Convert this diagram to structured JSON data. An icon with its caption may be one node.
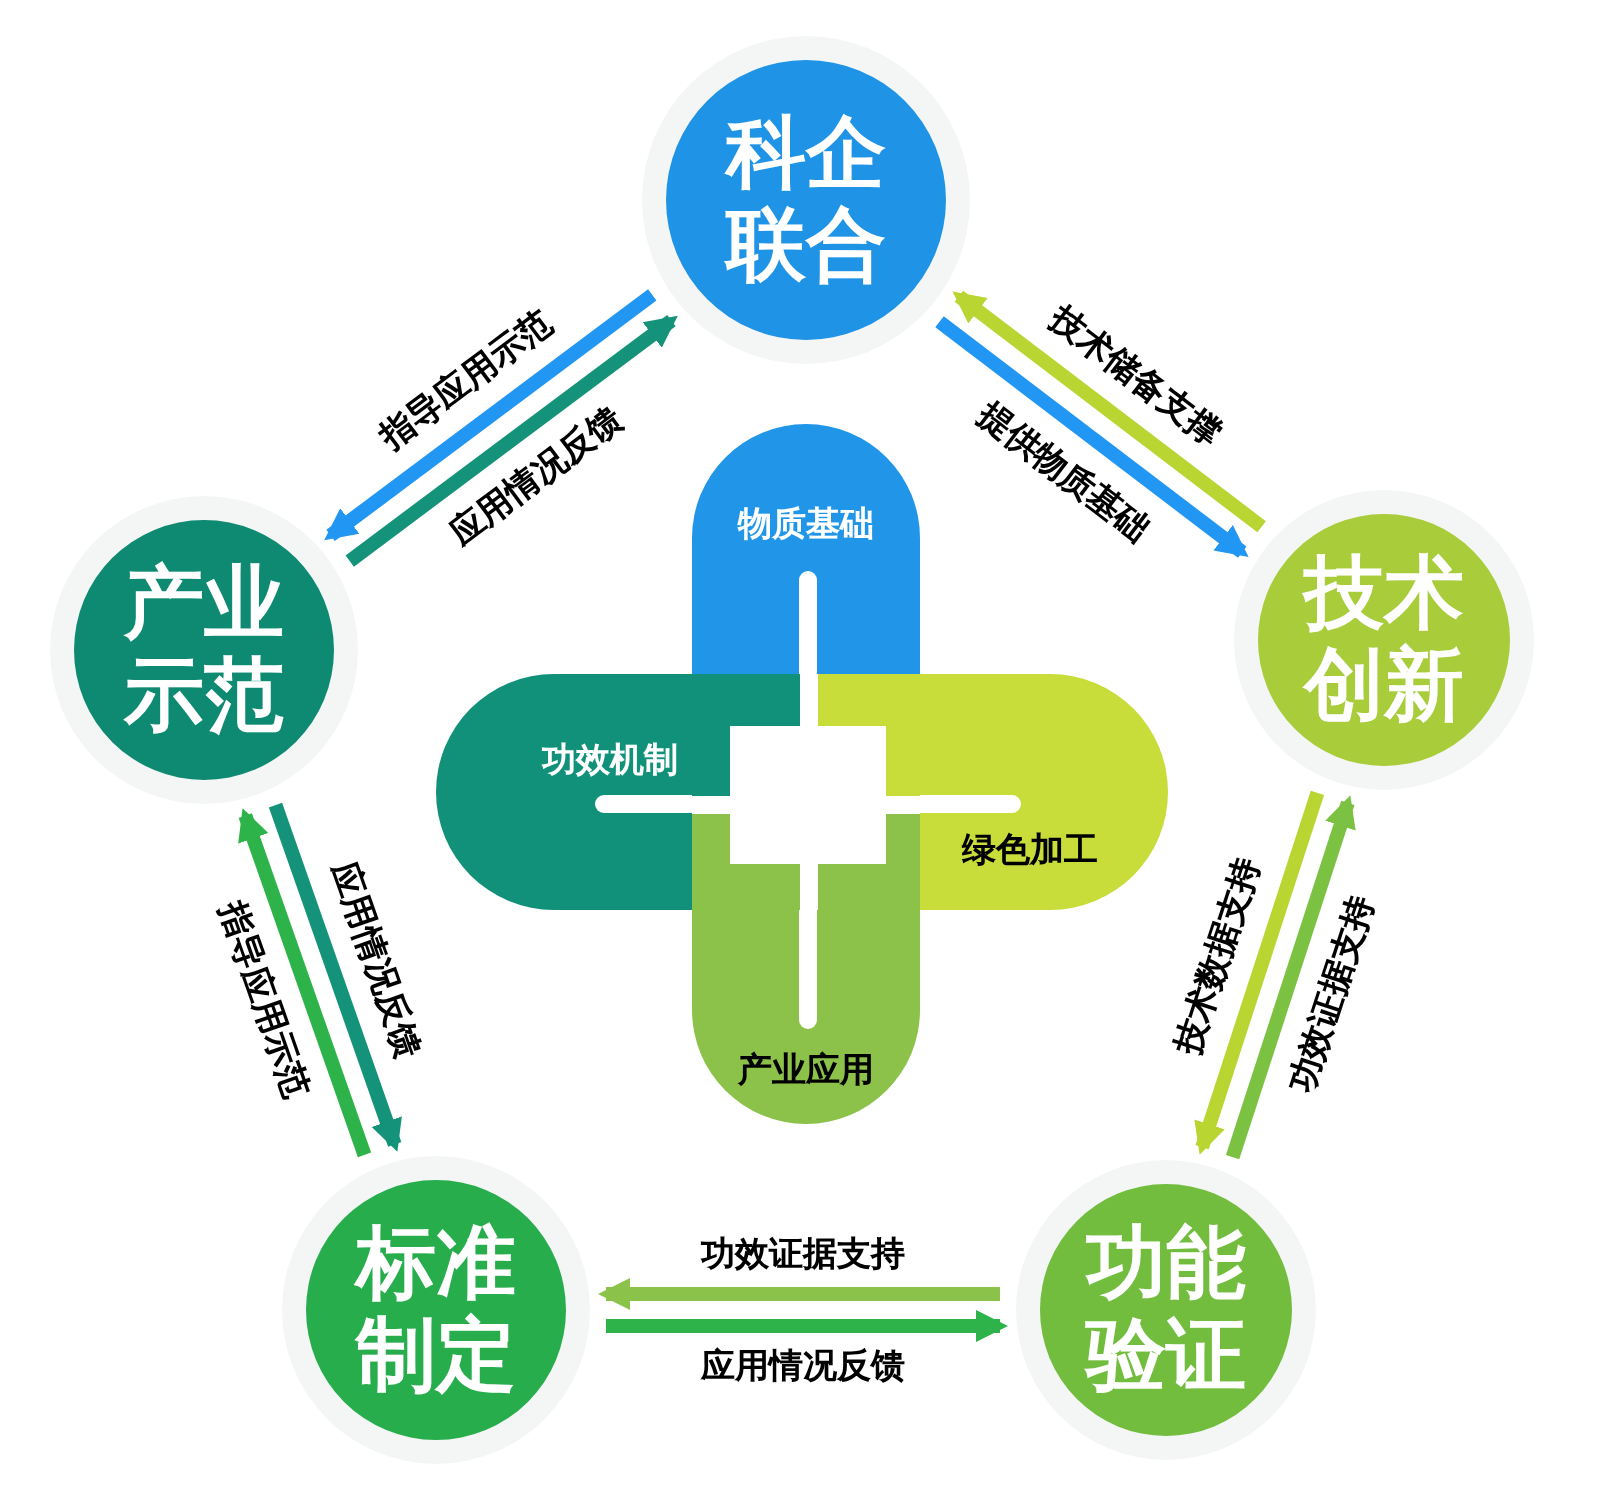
{
  "diagram": {
    "nodes": [
      {
        "text": [
          "科企联合"
        ]
      },
      {
        "text": [
          "技术创新"
        ]
      },
      {
        "text": [
          "功能验证"
        ]
      },
      {
        "text": [
          "标准制定"
        ]
      },
      {
        "text": [
          "产业示范"
        ]
      },
      {
        "text": [
          "物质基础"
        ]
      },
      {
        "text": [
          "功效机制"
        ]
      },
      {
        "text": [
          "绿色加工"
        ]
      },
      {
        "text": [
          "产业应用"
        ]
      }
    ],
    "edges": [
      {
        "from": 0,
        "to": 4,
        "arrow": "to",
        "label": "指导应用示范",
        "color": "#2196f3"
      },
      {
        "from": 4,
        "to": 0,
        "arrow": "to",
        "label": "应用情况反馈",
        "color": "#14937a"
      },
      {
        "from": 1,
        "to": 0,
        "arrow": "to",
        "label": "技术储备支撑",
        "color": "#b9d531"
      },
      {
        "from": 0,
        "to": 1,
        "arrow": "to",
        "label": "提供物质基础",
        "color": "#2196f3"
      },
      {
        "from": 3,
        "to": 4,
        "arrow": "to",
        "label": "指导应用示范",
        "color": "#2eb34a"
      },
      {
        "from": 4,
        "to": 3,
        "arrow": "to",
        "label": "应用情况反馈",
        "color": "#14937a"
      },
      {
        "from": 1,
        "to": 2,
        "arrow": "to",
        "label": "技术数据支持",
        "color": "#b9d531"
      },
      {
        "from": 2,
        "to": 1,
        "arrow": "to",
        "label": "功效证据支持",
        "color": "#7cc242"
      },
      {
        "from": 2,
        "to": 3,
        "arrow": "to",
        "label": "功效证据支持",
        "color": "#8bc34a"
      },
      {
        "from": 3,
        "to": 2,
        "arrow": "to",
        "label": "应用情况反馈",
        "color": "#2eb34a"
      }
    ]
  }
}
